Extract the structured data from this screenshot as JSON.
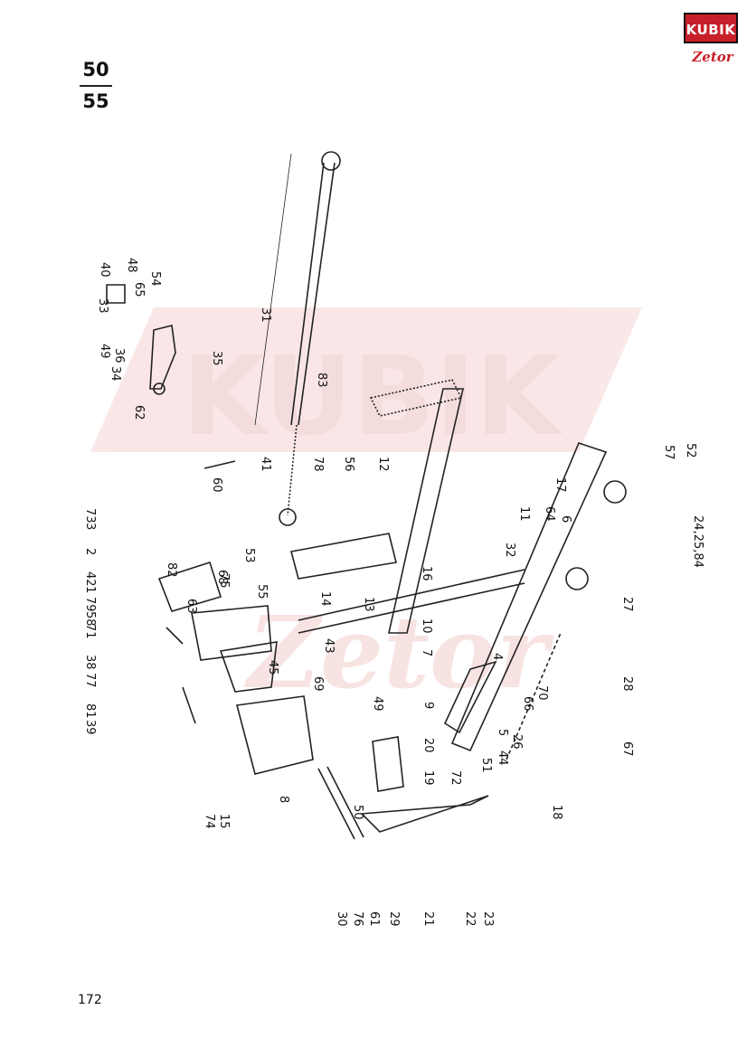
{
  "header": {
    "fraction_top": "50",
    "fraction_bottom": "55",
    "logo_text": "KUBIK",
    "logo_subtext": "Zetor"
  },
  "watermark": {
    "text": "KUBIK",
    "sub_text": "Zetor",
    "color": "#f2c6c6"
  },
  "footer": {
    "page_number": "172"
  },
  "callouts": [
    "40",
    "48",
    "54",
    "65",
    "33",
    "31",
    "49",
    "36",
    "35",
    "34",
    "62",
    "83",
    "41",
    "78",
    "56",
    "12",
    "73",
    "3",
    "2",
    "82",
    "53",
    "42",
    "75",
    "1",
    "79",
    "58",
    "63",
    "55",
    "68",
    "14",
    "13",
    "71",
    "38",
    "77",
    "81",
    "39",
    "74",
    "15",
    "45",
    "69",
    "43",
    "49",
    "9",
    "20",
    "19",
    "72",
    "8",
    "50",
    "30",
    "76",
    "61",
    "29",
    "21",
    "22",
    "23",
    "18",
    "67",
    "51",
    "44",
    "5",
    "26",
    "32",
    "11",
    "16",
    "10",
    "7",
    "4",
    "60",
    "66",
    "70",
    "17",
    "27",
    "28",
    "24,25,84",
    "52",
    "57",
    "64",
    "6"
  ]
}
